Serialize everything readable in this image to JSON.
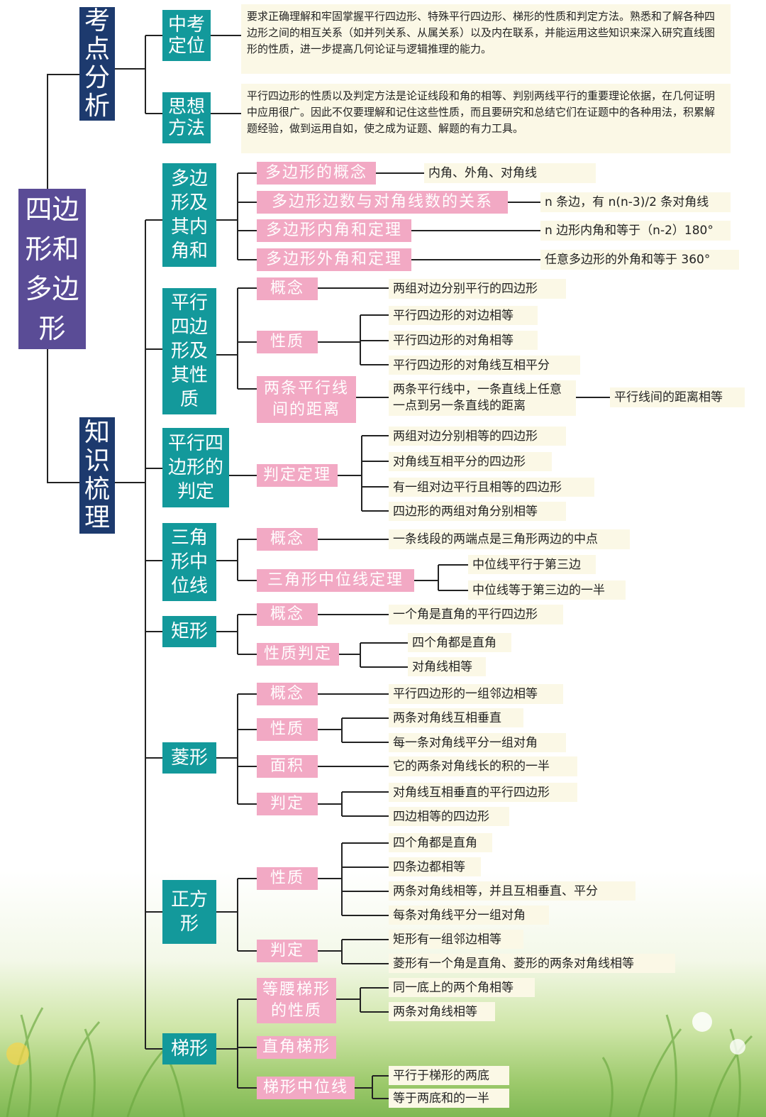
{
  "title": "四边形和多边形",
  "exam_analysis": {
    "label": "考点分析",
    "positioning": {
      "label": "中考定位",
      "text": "要求正确理解和牢固掌握平行四边形、特殊平行四边形、梯形的性质和判定方法。熟悉和了解各种四边形之间的相互关系（如并列关系、从属关系）以及内在联系，并能运用这些知识来深入研究直线图形的性质，进一步提高几何论证与逻辑推理的能力。"
    },
    "methods": {
      "label": "思想方法",
      "text": "平行四边形的性质以及判定方法是论证线段和角的相等、判别两线平行的重要理论依据，在几何证明中应用很广。因此不仅要理解和记住这些性质，而且要研究和总结它们在证题中的各种用法，积累解题经验，做到运用自如，使之成为证题、解题的有力工具。"
    }
  },
  "knowledge": {
    "label": "知识梳理",
    "polygon": {
      "label": "多边形及其内角和",
      "items": [
        {
          "label": "多边形的概念",
          "text": "内角、外角、对角线"
        },
        {
          "label": "多边形边数与对角线数的关系",
          "text": "n 条边，有 n(n-3)/2 条对角线"
        },
        {
          "label": "多边形内角和定理",
          "text": "n 边形内角和等于（n-2）180°"
        },
        {
          "label": "多边形外角和定理",
          "text": "任意多边形的外角和等于 360°"
        }
      ]
    },
    "parallelogram": {
      "label": "平行四边形及其性质",
      "concept": {
        "label": "概念",
        "text": "两组对边分别平行的四边形"
      },
      "property": {
        "label": "性质",
        "items": [
          "平行四边形的对边相等",
          "平行四边形的对角相等",
          "平行四边形的对角线互相平分"
        ]
      },
      "distance": {
        "label": "两条平行线间的距离",
        "text": "两条平行线中，一条直线上任意一点到另一条直线的距离",
        "result": "平行线间的距离相等"
      }
    },
    "parallelogram_judge": {
      "label": "平行四边形的判定",
      "theorem": "判定定理",
      "items": [
        "两组对边分别相等的四边形",
        "对角线互相平分的四边形",
        "有一组对边平行且相等的四边形",
        "四边形的两组对角分别相等"
      ]
    },
    "midline": {
      "label": "三角形中位线",
      "concept": {
        "label": "概念",
        "text": "一条线段的两端点是三角形两边的中点"
      },
      "theorem": {
        "label": "三角形中位线定理",
        "items": [
          "中位线平行于第三边",
          "中位线等于第三边的一半"
        ]
      }
    },
    "rectangle": {
      "label": "矩形",
      "concept": {
        "label": "概念",
        "text": "一个角是直角的平行四边形"
      },
      "judge": {
        "label": "性质判定",
        "items": [
          "四个角都是直角",
          "对角线相等"
        ]
      }
    },
    "rhombus": {
      "label": "菱形",
      "concept": {
        "label": "概念",
        "text": "平行四边形的一组邻边相等"
      },
      "property": {
        "label": "性质",
        "items": [
          "两条对角线互相垂直",
          "每一条对角线平分一组对角"
        ]
      },
      "area": {
        "label": "面积",
        "text": "它的两条对角线长的积的一半"
      },
      "judge": {
        "label": "判定",
        "items": [
          "对角线互相垂直的平行四边形",
          "四边相等的四边形"
        ]
      }
    },
    "square": {
      "label": "正方形",
      "property": {
        "label": "性质",
        "items": [
          "四个角都是直角",
          "四条边都相等",
          "两条对角线相等，并且互相垂直、平分",
          "每条对角线平分一组对角"
        ]
      },
      "judge": {
        "label": "判定",
        "items": [
          "矩形有一组邻边相等",
          "菱形有一个角是直角、菱形的两条对角线相等"
        ]
      }
    },
    "trapezoid": {
      "label": "梯形",
      "isosceles": {
        "label": "等腰梯形的性质",
        "items": [
          "同一底上的两个角相等",
          "两条对角线相等"
        ]
      },
      "right": {
        "label": "直角梯形"
      },
      "midline": {
        "label": "梯形中位线",
        "items": [
          "平行于梯形的两底",
          "等于两底和的一半"
        ]
      }
    }
  },
  "colors": {
    "root": "#5a4c96",
    "section": "#1d3a6e",
    "teal": "#13999b",
    "pink": "#f2a9c4",
    "cream": "#fbf8e6",
    "line": "#222222"
  }
}
